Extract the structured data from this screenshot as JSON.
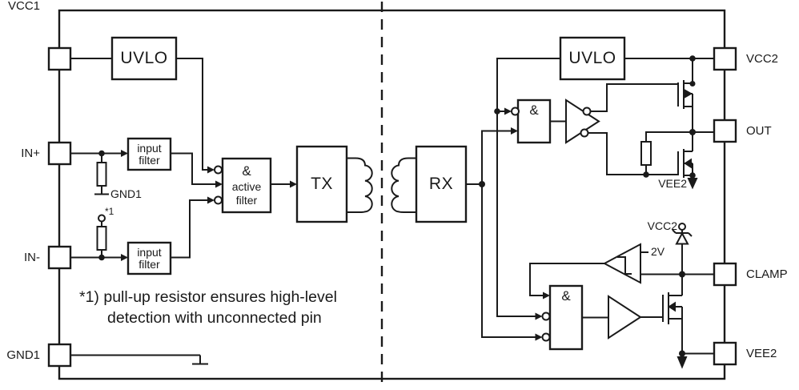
{
  "diagram": {
    "type": "isolated-gate-driver-functional-block-diagram",
    "colors": {
      "line": "#1a1a1a",
      "background": "#ffffff"
    },
    "pins": {
      "vcc1": "VCC1",
      "in_plus": "IN+",
      "in_minus": "IN-",
      "gnd1": "GND1",
      "vcc2": "VCC2",
      "out": "OUT",
      "clamp": "CLAMP",
      "vee2": "VEE2"
    },
    "blocks": {
      "uvlo_input_side": "UVLO",
      "uvlo_output_side": "UVLO",
      "input_filter_top": {
        "line1": "input",
        "line2": "filter"
      },
      "input_filter_bottom": {
        "line1": "input",
        "line2": "filter"
      },
      "active_filter": {
        "line1": "&",
        "line2": "active",
        "line3": "filter"
      },
      "tx": "TX",
      "rx": "RX",
      "and_gate_output": "&",
      "and_gate_clamp": "&"
    },
    "labels": {
      "gnd1_reference": "GND1",
      "pullup_marker": "*1",
      "comparator_threshold": "2V",
      "vcc2_clamp_diode": "VCC2",
      "vee2_output_stage": "VEE2"
    },
    "note": {
      "line1": "*1) pull-up resistor ensures high-level",
      "line2": "detection with unconnected pin"
    }
  }
}
